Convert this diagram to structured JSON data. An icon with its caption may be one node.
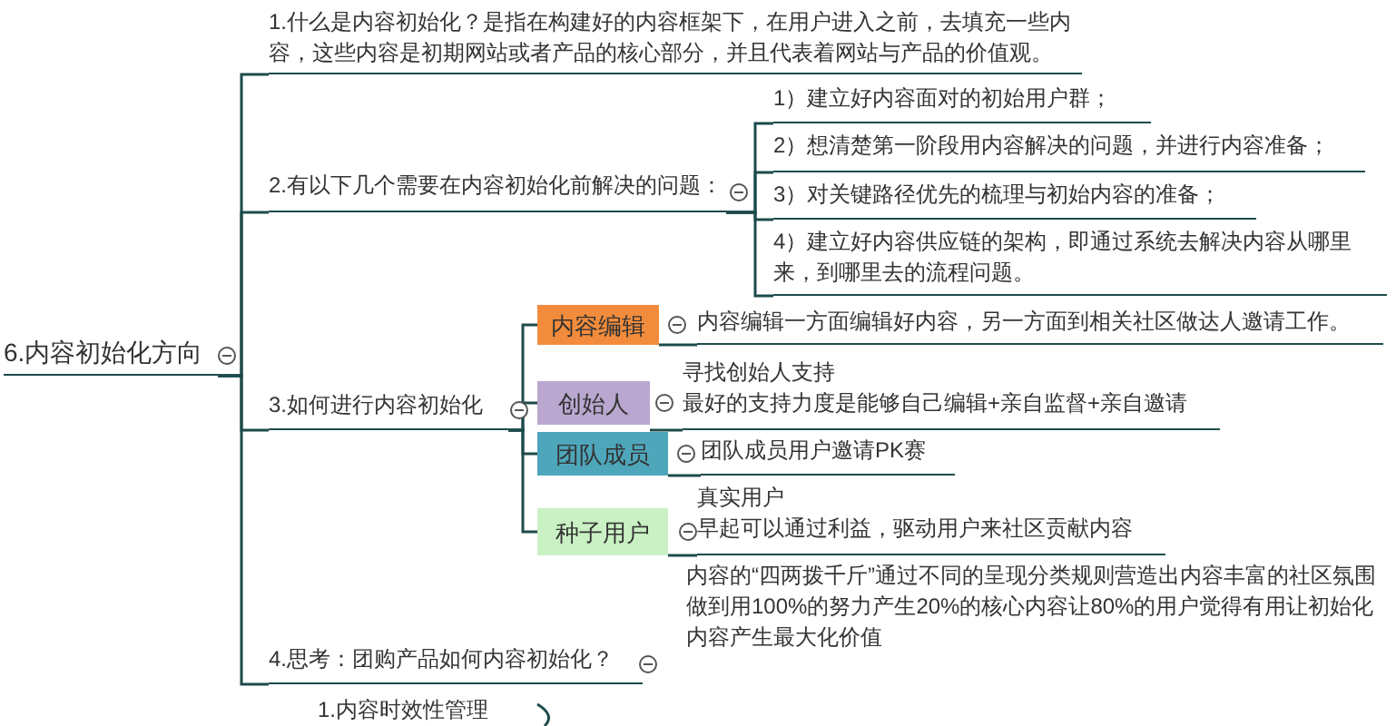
{
  "diagram": {
    "nodes": [
      {
        "text": [
          "6.内容初始化方向"
        ]
      },
      {
        "text": [
          "1.什么是内容初始化？是指在构建好的内容框架下，在用户进入之前，去填充一些内容，这些内容是初期网站或者产品的核心部分，并且代表着网站与产品的价值观。"
        ]
      },
      {
        "text": [
          "2.有以下几个需要在内容初始化前解决的问题："
        ]
      },
      {
        "text": [
          "1）建立好内容面对的初始用户群；"
        ]
      },
      {
        "text": [
          "2）想清楚第一阶段用内容解决的问题，并进行内容准备；"
        ]
      },
      {
        "text": [
          "3）对关键路径优先的梳理与初始内容的准备；"
        ]
      },
      {
        "text": [
          "4）建立好内容供应链的架构，即通过系统去解决内容从哪里来，到哪里去的流程问题。"
        ]
      },
      {
        "text": [
          "3.如何进行内容初始化"
        ]
      },
      {
        "text": [
          "内容编辑"
        ]
      },
      {
        "text": [
          "内容编辑一方面编辑好内容，另一方面到相关社区做达人邀请工作。"
        ]
      },
      {
        "text": [
          "创始人"
        ]
      },
      {
        "text": [
          "寻找创始人支持",
          "最好的支持力度是能够自己编辑+亲自监督+亲自邀请"
        ]
      },
      {
        "text": [
          "团队成员"
        ]
      },
      {
        "text": [
          "团队成员用户邀请PK赛"
        ]
      },
      {
        "text": [
          "种子用户"
        ]
      },
      {
        "text": [
          "真实用户",
          "早起可以通过利益，驱动用户来社区贡献内容"
        ]
      },
      {
        "text": [
          "4.思考：团购产品如何内容初始化？"
        ]
      }
    ],
    "edges": [
      {
        "from": 0,
        "to": 1,
        "arrow": "none"
      },
      {
        "from": 0,
        "to": 2,
        "arrow": "none"
      },
      {
        "from": 0,
        "to": 7,
        "arrow": "none"
      },
      {
        "from": 0,
        "to": 16,
        "arrow": "none"
      },
      {
        "from": 2,
        "to": 3,
        "arrow": "none"
      },
      {
        "from": 2,
        "to": 4,
        "arrow": "none"
      },
      {
        "from": 2,
        "to": 5,
        "arrow": "none"
      },
      {
        "from": 2,
        "to": 6,
        "arrow": "none"
      },
      {
        "from": 7,
        "to": 8,
        "arrow": "none"
      },
      {
        "from": 7,
        "to": 10,
        "arrow": "none"
      },
      {
        "from": 7,
        "to": 12,
        "arrow": "none"
      },
      {
        "from": 7,
        "to": 14,
        "arrow": "none"
      },
      {
        "from": 8,
        "to": 9,
        "arrow": "none"
      },
      {
        "from": 10,
        "to": 11,
        "arrow": "none"
      },
      {
        "from": 12,
        "to": 13,
        "arrow": "none"
      },
      {
        "from": 14,
        "to": 15,
        "arrow": "none"
      }
    ],
    "labels": [
      "内容的“四两拨千斤”通过不同的呈现分类规则营造出内容丰富的社区氛围做到用100%的努力产生20%的核心内容让80%的用户觉得有用让初始化内容产生最大化价值",
      "1.内容时效性管理"
    ]
  }
}
